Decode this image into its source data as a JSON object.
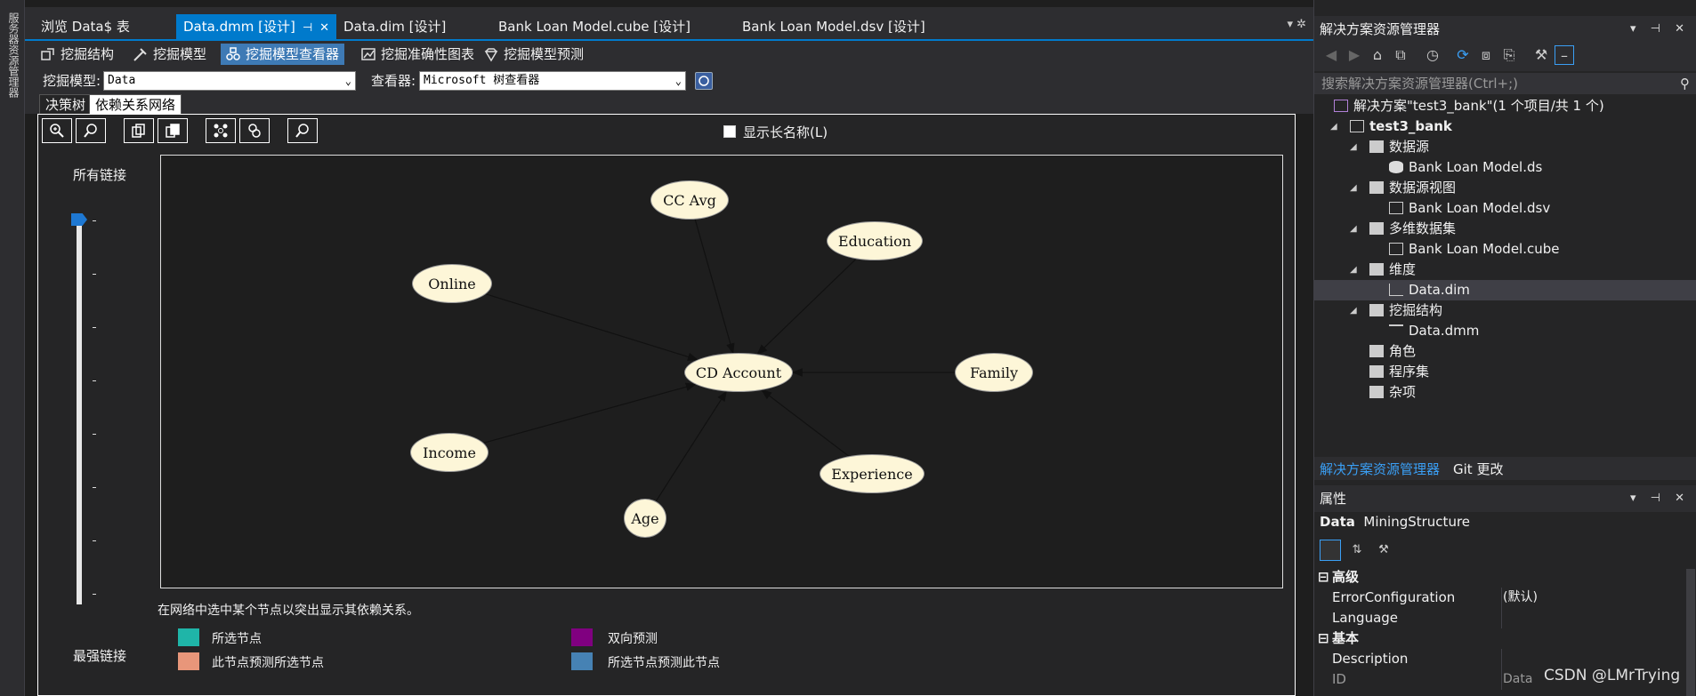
{
  "left_strip": {
    "label": "服务器资源管理器"
  },
  "tabs": [
    {
      "label": "浏览 Data$ 表"
    },
    {
      "label": "Data.dmm [设计]",
      "pin": "⊣",
      "close": "✕"
    },
    {
      "label": "Data.dim [设计]"
    },
    {
      "label": "Bank Loan Model.cube [设计]"
    },
    {
      "label": "Bank Loan Model.dsv [设计]"
    }
  ],
  "tab_tools": "▾ ✲",
  "toolbar": {
    "items": [
      {
        "label": "挖掘结构",
        "icon": "mining-structure-icon"
      },
      {
        "label": "挖掘模型",
        "icon": "mining-model-icon"
      },
      {
        "label": "挖掘模型查看器",
        "icon": "model-viewer-icon"
      },
      {
        "label": "挖掘准确性图表",
        "icon": "accuracy-chart-icon"
      },
      {
        "label": "挖掘模型预测",
        "icon": "prediction-icon"
      }
    ]
  },
  "model_row": {
    "model_label": "挖掘模型:",
    "model_value": "Data",
    "viewer_label": "查看器:",
    "viewer_value": "Microsoft 树查看器"
  },
  "subtabs": [
    {
      "label": "决策树"
    },
    {
      "label": "依赖关系网络"
    }
  ],
  "show_long_names": "显示长名称(L)",
  "slider": {
    "top_label": "所有链接",
    "bottom_label": "最强链接",
    "level": 1.0
  },
  "graph": {
    "nodes": [
      {
        "id": "cc",
        "label": "CC Avg"
      },
      {
        "id": "edu",
        "label": "Education"
      },
      {
        "id": "online",
        "label": "Online"
      },
      {
        "id": "cd",
        "label": "CD Account"
      },
      {
        "id": "family",
        "label": "Family"
      },
      {
        "id": "income",
        "label": "Income"
      },
      {
        "id": "exp",
        "label": "Experience"
      },
      {
        "id": "age",
        "label": "Age"
      }
    ]
  },
  "hint": "在网络中选中某个节点以突出显示其依赖关系。",
  "legend": [
    {
      "label": "所选节点",
      "color": "#1fb5a8"
    },
    {
      "label": "此节点预测所选节点",
      "color": "#e8967a"
    },
    {
      "label": "双向预测",
      "color": "#800080"
    },
    {
      "label": "所选节点预测此节点",
      "color": "#4682b4"
    }
  ],
  "solution_explorer": {
    "title": "解决方案资源管理器",
    "tools": "▾ ⊣ ✕",
    "search_placeholder": "搜索解决方案资源管理器(Ctrl+;)",
    "items": [
      {
        "label": "解决方案\"test3_bank\"(1 个项目/共 1 个)",
        "icon": "solution-icon"
      },
      {
        "label": "test3_bank",
        "icon": "project-icon"
      },
      {
        "label": "数据源",
        "icon": "folder-icon"
      },
      {
        "label": "Bank Loan Model.ds",
        "icon": "datasource-icon"
      },
      {
        "label": "数据源视图",
        "icon": "folder-icon"
      },
      {
        "label": "Bank Loan Model.dsv",
        "icon": "dsv-icon"
      },
      {
        "label": "多维数据集",
        "icon": "folder-icon"
      },
      {
        "label": "Bank Loan Model.cube",
        "icon": "cube-icon"
      },
      {
        "label": "维度",
        "icon": "folder-icon"
      },
      {
        "label": "Data.dim",
        "icon": "dimension-icon"
      },
      {
        "label": "挖掘结构",
        "icon": "folder-icon"
      },
      {
        "label": "Data.dmm",
        "icon": "mining-icon"
      },
      {
        "label": "角色",
        "icon": "folder-icon"
      },
      {
        "label": "程序集",
        "icon": "folder-icon"
      },
      {
        "label": "杂项",
        "icon": "folder-icon"
      }
    ],
    "bottom_tabs": [
      {
        "label": "解决方案资源管理器"
      },
      {
        "label": "Git 更改"
      }
    ]
  },
  "properties": {
    "title": "属性",
    "tools": "▾ ⊣ ✕",
    "object_name": "Data",
    "object_type": "MiningStructure",
    "rows": [
      {
        "key": "高级",
        "value": "",
        "category": true
      },
      {
        "key": "ErrorConfiguration",
        "value": "(默认)"
      },
      {
        "key": "Language",
        "value": ""
      },
      {
        "key": "基本",
        "value": "",
        "category": true
      },
      {
        "key": "Description",
        "value": ""
      },
      {
        "key": "ID",
        "value": "Data"
      }
    ]
  },
  "watermark": "CSDN @LMrTrying"
}
